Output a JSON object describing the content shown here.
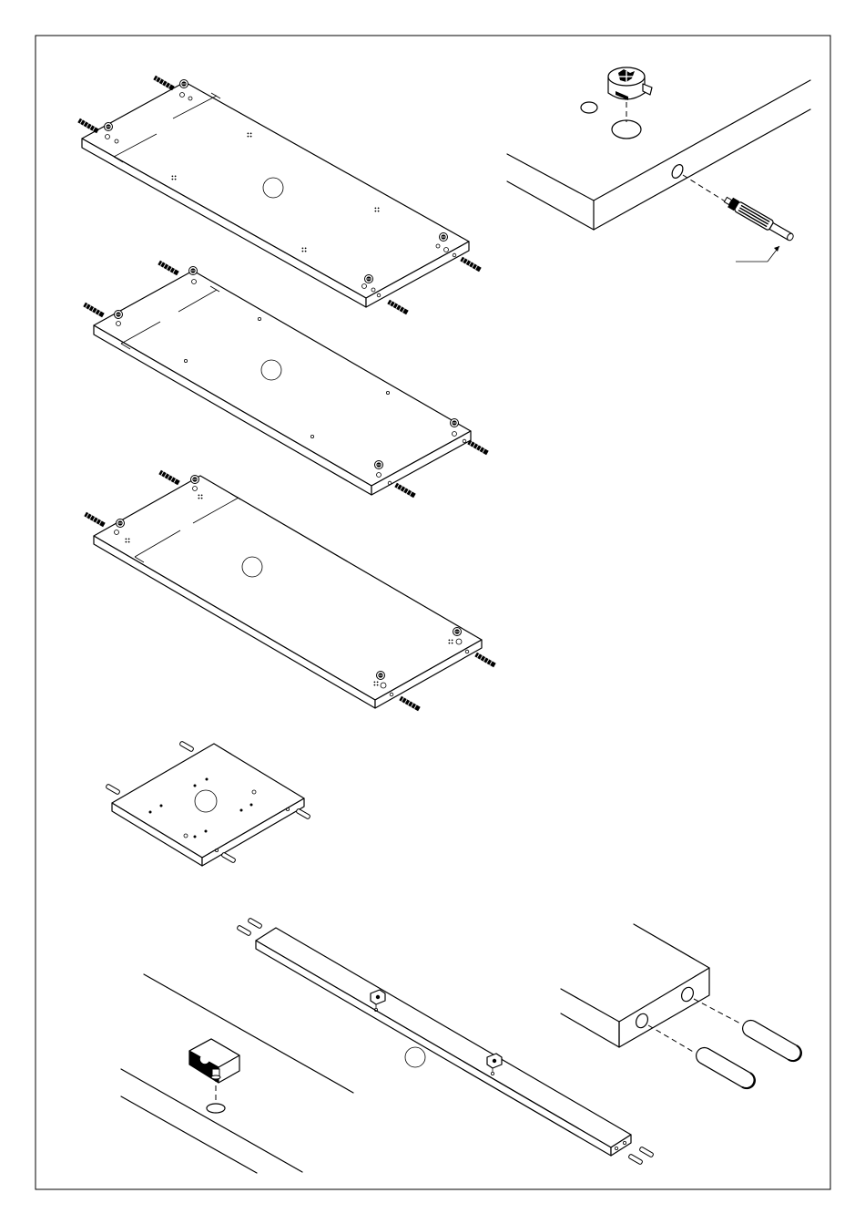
{
  "diagram": {
    "panels": [
      "long-panel-1",
      "long-panel-2",
      "long-panel-3",
      "square-shelf",
      "rail"
    ],
    "details": [
      "cam-lock-detail",
      "leveling-foot-detail",
      "wooden-dowel-detail"
    ]
  }
}
